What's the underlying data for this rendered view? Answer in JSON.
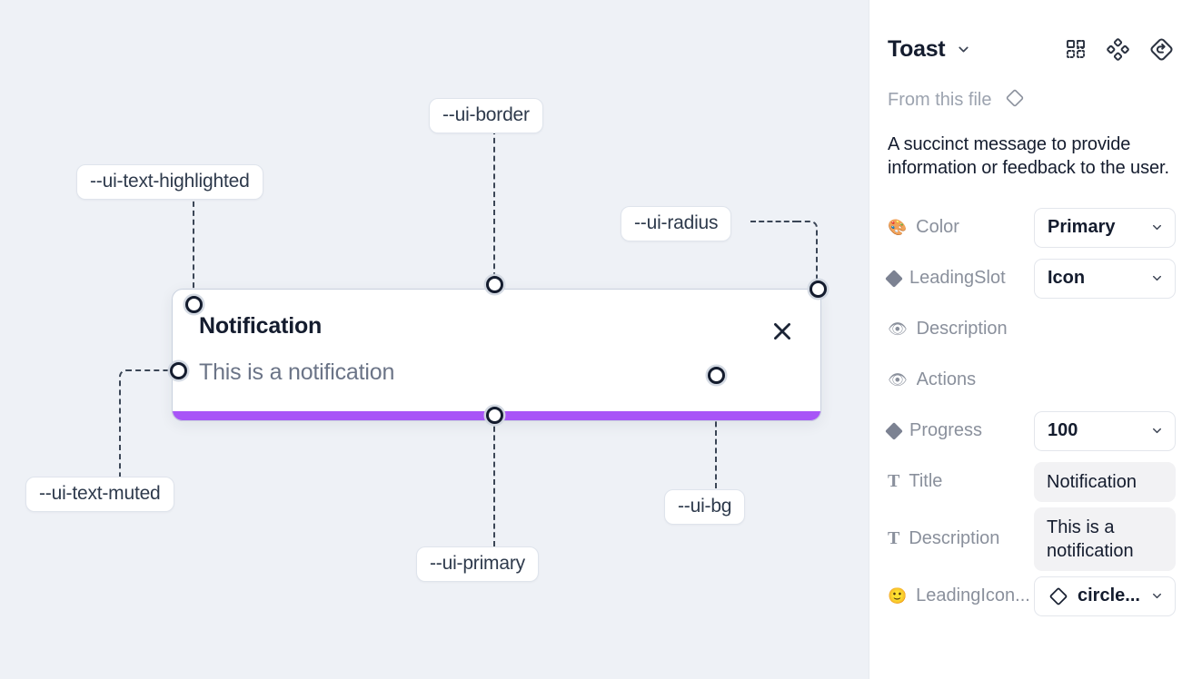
{
  "canvas": {
    "background_color": "#eef1f6",
    "annotations": [
      {
        "name": "ui-text-highlighted",
        "label": "--ui-text-highlighted"
      },
      {
        "name": "ui-border",
        "label": "--ui-border"
      },
      {
        "name": "ui-radius",
        "label": "--ui-radius"
      },
      {
        "name": "ui-text-muted",
        "label": "--ui-text-muted"
      },
      {
        "name": "ui-primary",
        "label": "--ui-primary"
      },
      {
        "name": "ui-bg",
        "label": "--ui-bg"
      }
    ],
    "toast": {
      "title": "Notification",
      "description": "This is a notification",
      "close_icon": "close-x-icon",
      "progress_color": "#a855f7",
      "background_color": "#ffffff"
    }
  },
  "panel": {
    "title": "Toast",
    "title_caret": "chevron-down-icon",
    "header_icons": [
      {
        "name": "component-grid-icon"
      },
      {
        "name": "component-set-icon"
      },
      {
        "name": "reset-instance-icon"
      }
    ],
    "from_this_file": {
      "label": "From this file",
      "icon": "diamond-component-icon"
    },
    "description": "A succinct message to provide information or feedback to the user.",
    "properties": [
      {
        "icon": "palette-emoji",
        "label": "Color",
        "type": "select",
        "value": "Primary"
      },
      {
        "icon": "diamond-icon",
        "label": "LeadingSlot",
        "type": "select",
        "value": "Icon"
      },
      {
        "icon": "eye-emoji",
        "label": "Description",
        "type": "toggle",
        "value": "on"
      },
      {
        "icon": "eye-emoji",
        "label": "Actions",
        "type": "toggle",
        "value": "on"
      },
      {
        "icon": "diamond-icon",
        "label": "Progress",
        "type": "select",
        "value": "100"
      },
      {
        "icon": "text-T-icon",
        "label": "Title",
        "type": "text",
        "value": "Notification"
      },
      {
        "icon": "text-T-icon",
        "label": "Description",
        "type": "text",
        "value": "This is a notification"
      },
      {
        "icon": "smiley-emoji",
        "label": "LeadingIcon...",
        "type": "icon-select",
        "value": "circle..."
      }
    ],
    "toggle_on_color": "#1e9bfa"
  }
}
